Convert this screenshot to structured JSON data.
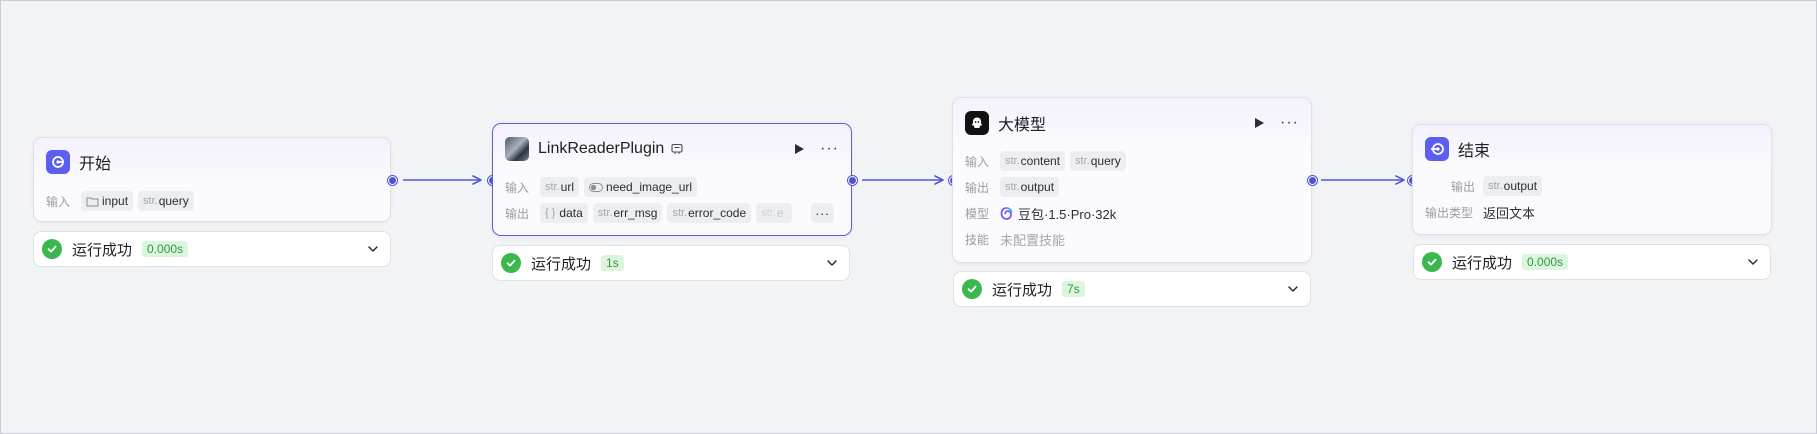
{
  "colors": {
    "accent": "#4e54d8",
    "success": "#3bb84d",
    "edge": "#5158d9"
  },
  "nodes": {
    "start": {
      "title": "开始",
      "icon": "start-icon",
      "input_label": "输入",
      "inputs": [
        {
          "type_icon": "folder-icon",
          "name": "input"
        },
        {
          "prefix": "str.",
          "name": "query"
        }
      ],
      "status": {
        "text": "运行成功",
        "time": "0.000s"
      }
    },
    "plugin": {
      "title": "LinkReaderPlugin",
      "icon": "plugin-thumbnail-icon",
      "input_label": "输入",
      "output_label": "输出",
      "inputs": [
        {
          "prefix": "str.",
          "name": "url"
        },
        {
          "type_icon": "toggle-icon",
          "name": "need_image_url"
        }
      ],
      "outputs": [
        {
          "prefix": "{ }",
          "name": "data"
        },
        {
          "prefix": "str.",
          "name": "err_msg"
        },
        {
          "prefix": "str.",
          "name": "error_code"
        },
        {
          "prefix": "str.",
          "name": "e"
        }
      ],
      "more": "···",
      "status": {
        "text": "运行成功",
        "time": "1s"
      }
    },
    "llm": {
      "title": "大模型",
      "icon": "llm-icon",
      "input_label": "输入",
      "output_label": "输出",
      "model_label": "模型",
      "skill_label": "技能",
      "inputs": [
        {
          "prefix": "str.",
          "name": "content"
        },
        {
          "prefix": "str.",
          "name": "query"
        }
      ],
      "outputs": [
        {
          "prefix": "str.",
          "name": "output"
        }
      ],
      "model": "豆包·1.5·Pro·32k",
      "skill": "未配置技能",
      "status": {
        "text": "运行成功",
        "time": "7s"
      }
    },
    "end": {
      "title": "结束",
      "icon": "end-icon",
      "output_label": "输出",
      "output_type_label": "输出类型",
      "outputs": [
        {
          "prefix": "str.",
          "name": "output"
        }
      ],
      "output_type": "返回文本",
      "status": {
        "text": "运行成功",
        "time": "0.000s"
      }
    }
  }
}
